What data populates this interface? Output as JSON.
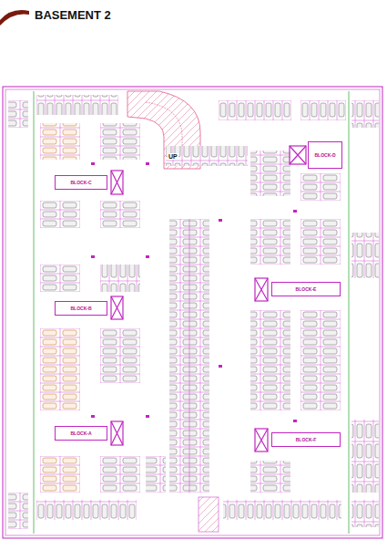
{
  "diagram": {
    "title": "BASEMENT 2",
    "nodes": [
      {
        "text": [
          "BLOCK-C"
        ]
      },
      {
        "text": [
          "BLOCK-D"
        ]
      },
      {
        "text": [
          "BLOCK-B"
        ]
      },
      {
        "text": [
          "BLOCK-E"
        ]
      },
      {
        "text": [
          "BLOCK-A"
        ]
      },
      {
        "text": [
          "BLOCK-F"
        ]
      }
    ],
    "labels": [
      "UP"
    ]
  }
}
